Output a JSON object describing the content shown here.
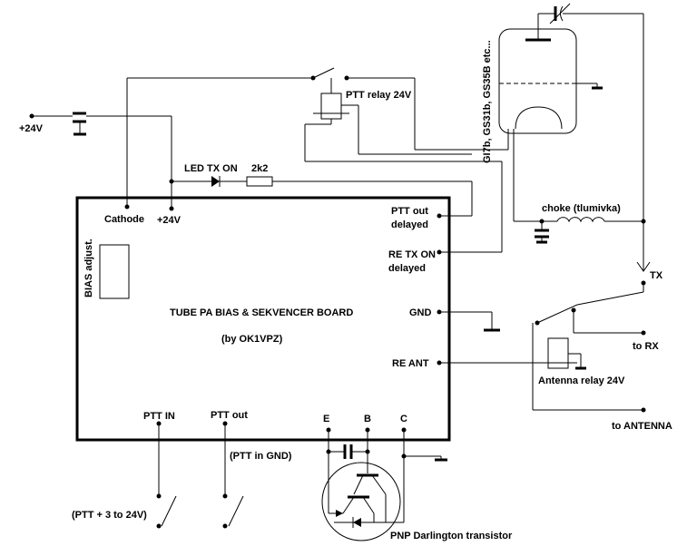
{
  "labels": {
    "supply_24v": "+24V",
    "led_tx_on": "LED TX ON",
    "resistor": "2k2",
    "ptt_relay": "PTT relay  24V",
    "tube_types": "GI7b, GS31b, GS35B etc...",
    "cathode": "Cathode",
    "board_24v": "+24V",
    "ptt_out_delayed_1": "PTT out",
    "ptt_out_delayed_2": "delayed",
    "re_tx_on_1": "RE TX ON",
    "re_tx_on_2": "delayed",
    "choke": "choke (tlumivka)",
    "bias_adjust": "BIAS adjust.",
    "board_title": "TUBE PA BIAS & SEKVENCER BOARD",
    "board_author": "(by OK1VPZ)",
    "gnd": "GND",
    "re_ant": "RE ANT",
    "tx": "TX",
    "to_rx": "to RX",
    "antenna_relay": "Antenna relay  24V",
    "to_antenna": "to ANTENNA",
    "ptt_in": "PTT IN",
    "ptt_out": "PTT out",
    "ptt_in_gnd": "(PTT in GND)",
    "pin_e": "E",
    "pin_b": "B",
    "pin_c": "C",
    "ptt_voltage": "(PTT + 3 to 24V)",
    "transistor": "PNP Darlington transistor"
  }
}
